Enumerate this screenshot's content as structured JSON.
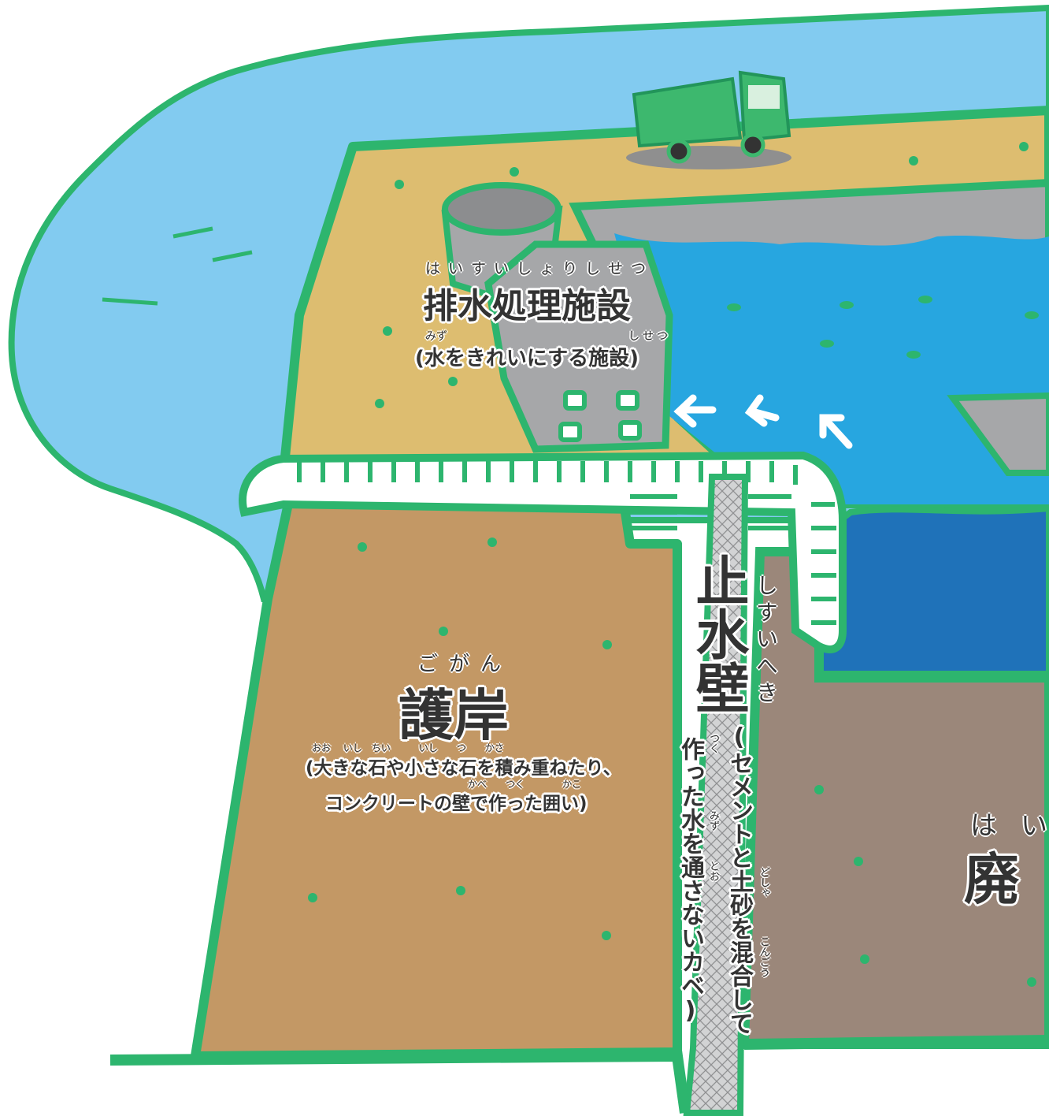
{
  "colors": {
    "sea": "#82CBF0",
    "outline": "#2DB56E",
    "sand": "#DDBD70",
    "seawall": "#C39865",
    "landfill": "#9B877A",
    "pond": "#27A6E0",
    "pond_deep": "#1F72B9",
    "concrete": "#A6A7A9",
    "truck": "#3DB86E",
    "text": "#333333"
  },
  "facility": {
    "ruby": "はいすいしょりしせつ",
    "title": "排水処理施設",
    "desc_ruby_1": "みず",
    "desc_ruby_2": "しせつ",
    "desc": "(水をきれいにする施設)"
  },
  "seawall": {
    "ruby": "ごがん",
    "title": "護岸",
    "desc_ruby": "おお　 いし　ちい　　　いし　　つ　　かさ",
    "desc_line1": "(大きな石や小さな石を積み重ねたり、",
    "desc_ruby_2": "かべ　　つく　　　　かこ",
    "desc_line2": "コンクリートの壁で作った囲い)"
  },
  "cutoff_wall": {
    "title": "止水壁",
    "ruby": "しすいへき",
    "desc_col1": "(セメントと土砂を混合して",
    "desc_col2": "作った水を通さないカベ)",
    "ruby_tsuku": "つく",
    "ruby_mizu": "みず",
    "ruby_too": "とお",
    "ruby_dosha": "どしゃ",
    "ruby_kongou": "こんごう"
  },
  "landfill": {
    "ruby": "はい",
    "title": "廃"
  }
}
